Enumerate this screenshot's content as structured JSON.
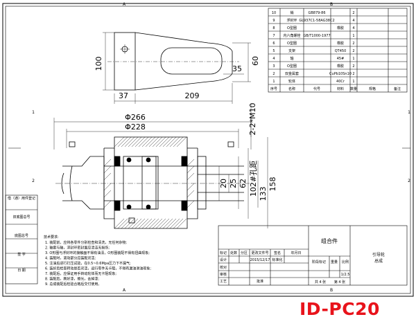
{
  "frame": {
    "zone_top_left": "A",
    "zone_top_right": "B",
    "zone_bottom_left": "A",
    "zone_bottom_right": "B",
    "zone_left_1": "1",
    "zone_left_2": "2",
    "zone_right_1": "1",
    "zone_right_2": "2"
  },
  "parts_list": {
    "rows": [
      {
        "no": "10",
        "name": "销",
        "code": "GB879-86",
        "material": "",
        "qty": "2"
      },
      {
        "no": "9",
        "name": "浮封环",
        "code": "GL937C1-58AG38C2",
        "material": "",
        "qty": "4"
      },
      {
        "no": "8",
        "name": "O型圈",
        "code": "",
        "material": "橡胶",
        "qty": "4"
      },
      {
        "no": "7",
        "name": "内六角螺栓",
        "code": "GB/T1000-1977",
        "material": "",
        "qty": "1"
      },
      {
        "no": "6",
        "name": "O型圈",
        "code": "",
        "material": "橡胶",
        "qty": "2"
      },
      {
        "no": "5",
        "name": "支架",
        "code": "",
        "material": "QT450",
        "qty": "2"
      },
      {
        "no": "4",
        "name": "轴",
        "code": "",
        "material": "45#",
        "qty": "1"
      },
      {
        "no": "3",
        "name": "O型圈",
        "code": "",
        "material": "橡胶",
        "qty": "2"
      },
      {
        "no": "2",
        "name": "双金属套",
        "code": "",
        "material": "CuPb10Sn10",
        "qty": "2"
      },
      {
        "no": "1",
        "name": "轮体",
        "code": "",
        "material": "40Cr",
        "qty": "1"
      }
    ],
    "header": {
      "no": "序号",
      "name": "名称",
      "code": "代号",
      "material": "材料",
      "qty": "数量",
      "spec": "规格",
      "remark": "备注"
    }
  },
  "dimensions": {
    "top_width_total": "209",
    "top_width_left": "37",
    "top_height_left": "100",
    "top_height_right": "60",
    "top_small": "35",
    "dia_266": "Φ266",
    "dia_228": "Φ228",
    "bolt": "2-2*M10",
    "d20": "20",
    "d25": "25",
    "d62": "62",
    "d102": "102#孔距",
    "d133": "133",
    "d158": "158"
  },
  "left_labels": {
    "l1": "借（通）用件登记",
    "l2": "旧底图总号",
    "l3": "底图总号",
    "l4": "签 字",
    "l5": "日 期"
  },
  "notes": {
    "title": "技术要求:",
    "lines": [
      "1. 装配前，应将各零件分别检查和清洗，无任何杂物;",
      "2. 轴套与轴，浮封环密封面应清洁无损伤;",
      "3. O形圈与浮封环的接触面不得有油渍，O形圈装配不得有扭曲现象;",
      "4. 装配时，滚动部分应装配灵活;",
      "5. 注油后进行打压试验，在0.5~0.6Mpa压力下不漏气;",
      "6. 装好后检查转动是否灵活，运行零件无卡阻，不得有漏油滑油现象;",
      "7. 装配后，应保证用手转动轮体而无卡阻现象;",
      "8. 装配后，刷好漆，擦光，去掉漆;",
      "9. 总成装配后检验合格后交付使用。"
    ]
  },
  "title_block": {
    "assembly": "组合件",
    "product_name": "引导轮",
    "product_sub": "总成",
    "r1": [
      "标记",
      "处数",
      "分区",
      "更改文件号",
      "签名",
      "年月日"
    ],
    "design_label": "设计",
    "design_date": "2015/12/17",
    "design_std": "标准化",
    "check": "校对",
    "review": "审核",
    "process": "工艺",
    "approve": "批准",
    "stage_label": "阶段标记",
    "weight_label": "重量",
    "scale_label": "比例",
    "scale_value": "1/2.5",
    "sheets_total": "共 4 张",
    "sheet_no": "第 4 张"
  },
  "id_label": "ID-PC20"
}
